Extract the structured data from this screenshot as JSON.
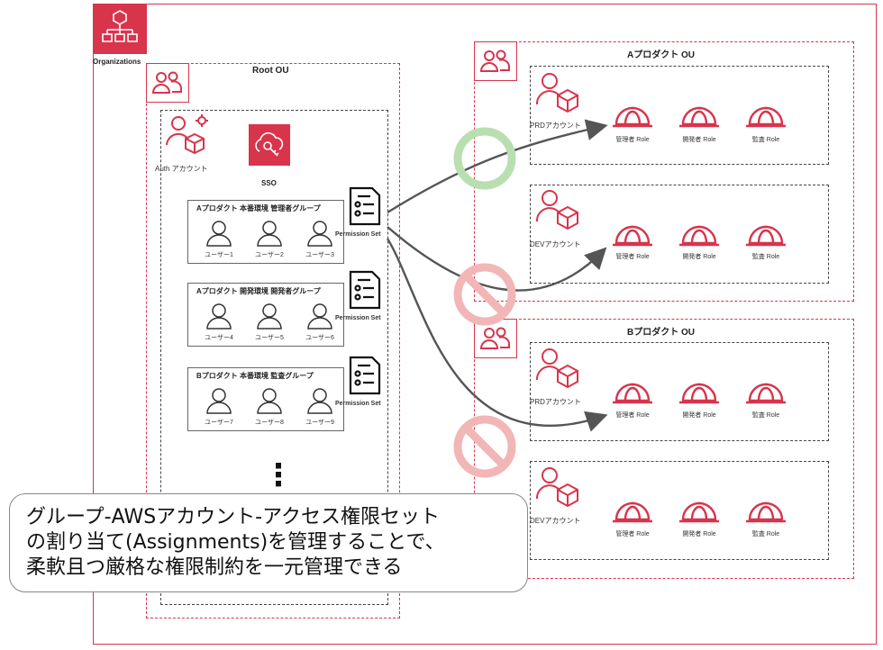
{
  "organizations_label": "Organizations",
  "root_ou": {
    "title": "Root OU",
    "auth_account_label": "Auth アカウント",
    "sso_label": "SSO",
    "groups": [
      {
        "title": "Aプロダクト 本番環境 管理者グループ",
        "users": [
          "ユーザー1",
          "ユーザー2",
          "ユーザー3"
        ],
        "permission_set": "Permission Set"
      },
      {
        "title": "Aプロダクト 開発環境 開発者グループ",
        "users": [
          "ユーザー4",
          "ユーザー5",
          "ユーザー6"
        ],
        "permission_set": "Permission Set"
      },
      {
        "title": "Bプロダクト 本番環境 監査グループ",
        "users": [
          "ユーザー7",
          "ユーザー8",
          "ユーザー9"
        ],
        "permission_set": "Permission Set"
      }
    ],
    "ellipsis": "⋮"
  },
  "ou_a": {
    "title": "Aプロダクト OU",
    "accounts": [
      {
        "name": "PRDアカウント",
        "roles": [
          "管理者 Role",
          "開発者 Role",
          "監査 Role"
        ]
      },
      {
        "name": "DEVアカウント",
        "roles": [
          "管理者 Role",
          "開発者 Role",
          "監査 Role"
        ]
      }
    ]
  },
  "ou_b": {
    "title": "Bプロダクト OU",
    "accounts": [
      {
        "name": "PRDアカウント",
        "roles": [
          "管理者 Role",
          "開発者 Role",
          "監査 Role"
        ]
      },
      {
        "name": "DEVアカウント",
        "roles": [
          "管理者 Role",
          "開発者 Role",
          "監査 Role"
        ]
      }
    ]
  },
  "callout": {
    "line1": "グループ-AWSアカウント-アクセス権限セット",
    "line2": "の割り当て(Assignments)を管理することで、",
    "line3": "柔軟且つ厳格な権限制約を一元管理できる"
  },
  "colors": {
    "aws_red": "#d8344c",
    "allow": "#b9dfb0",
    "deny": "#f2b6b6"
  }
}
